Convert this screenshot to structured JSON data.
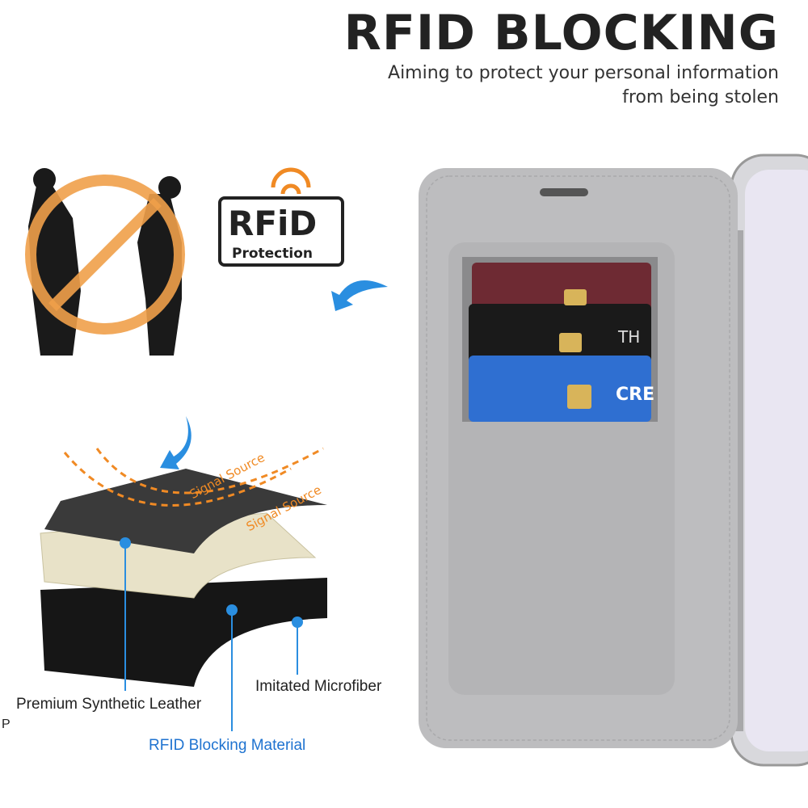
{
  "header": {
    "title": "RFID BLOCKING",
    "subtitle_line1": "Aiming to protect your personal information",
    "subtitle_line2": "from being stolen"
  },
  "badge": {
    "main": "RFiD",
    "sub": "Protection"
  },
  "layers": {
    "signal_1": "Signal Source",
    "signal_2": "Signal Source",
    "leather": "Premium Synthetic Leather",
    "microfiber": "Imitated Microfiber",
    "blocking": "RFID Blocking Material",
    "stray": "P"
  },
  "cards": {
    "blue_card": "CRE",
    "black_card": "TH"
  },
  "colors": {
    "accent_orange": "#f08a24",
    "accent_blue": "#1f73d0",
    "case_gray": "#b9b9bb"
  }
}
